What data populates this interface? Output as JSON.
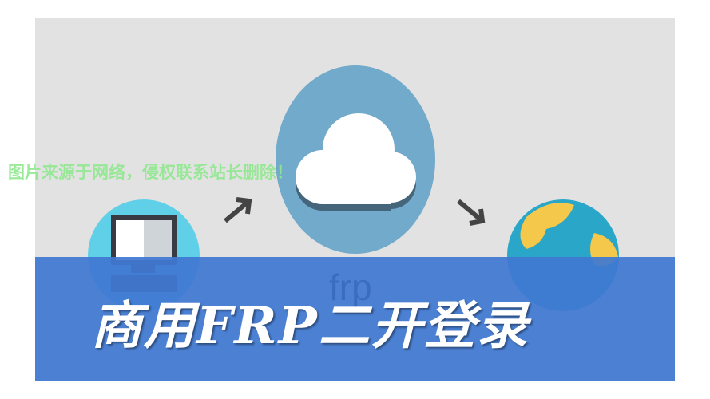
{
  "banner": {
    "logo_text": "frp",
    "title": "商用FRP二开登录",
    "watermark": "图片来源于网络，侵权联系站长删除！"
  },
  "colors": {
    "band": "#4078d2",
    "cloud_bg": "#72aacb",
    "monitor_bg": "#5fd0e8",
    "panel": "#e2e2e2",
    "watermark": "#8fe88f"
  }
}
